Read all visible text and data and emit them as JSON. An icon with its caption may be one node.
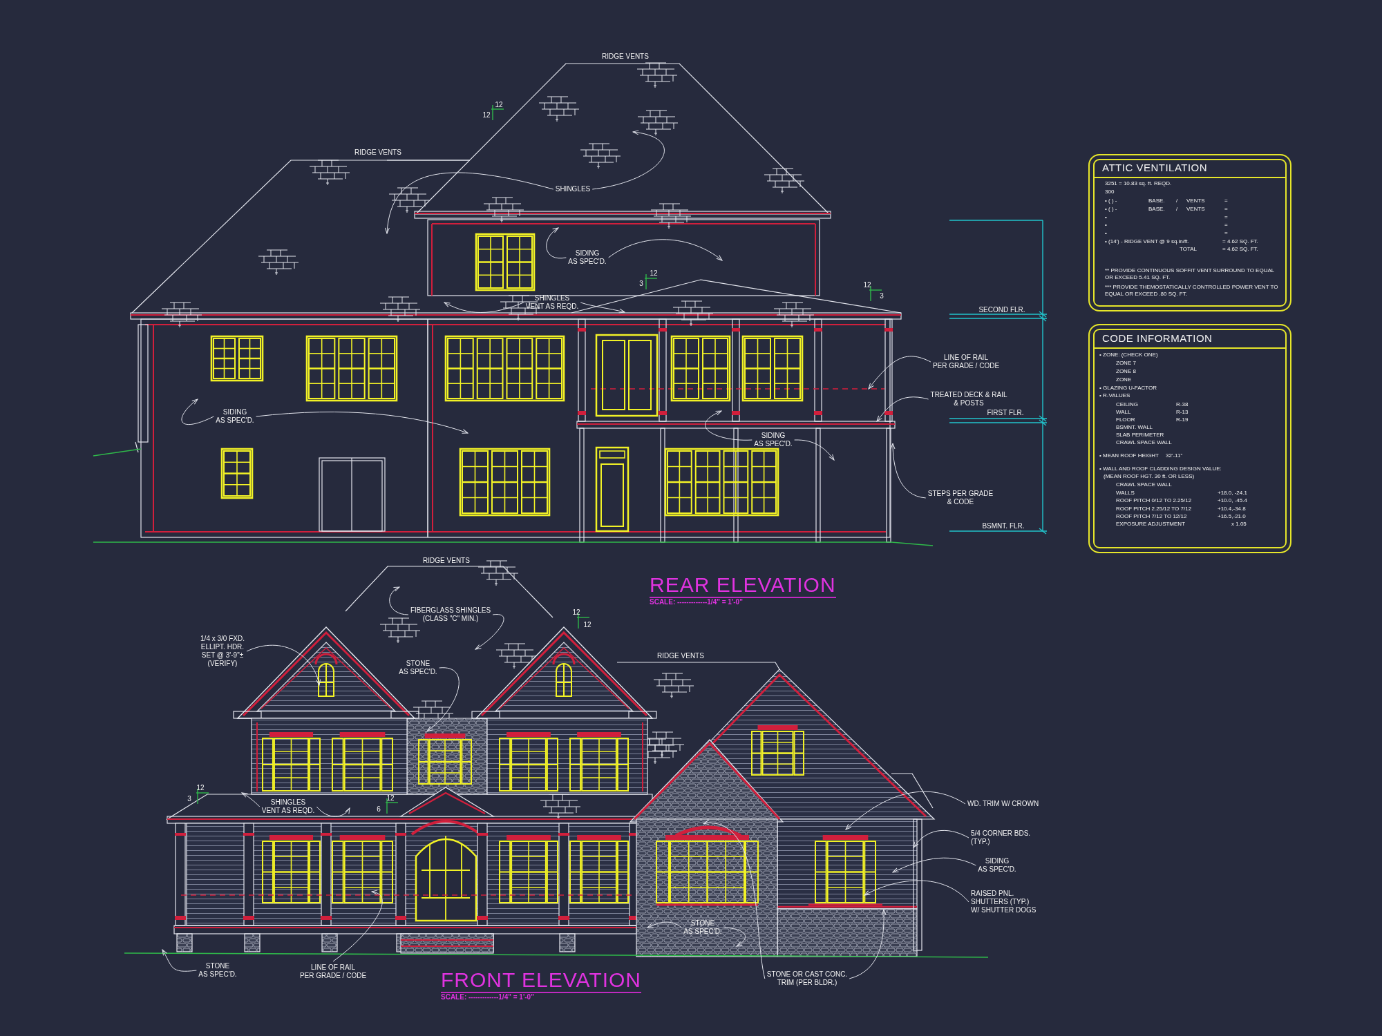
{
  "diagram": {
    "nodes": [
      {
        "text": [
          "SHINGLES"
        ]
      },
      {
        "text": [
          "SIDING AS SPEC'D."
        ]
      },
      {
        "text": [
          "SHINGLES VENT AS REQD."
        ]
      },
      {
        "text": [
          "SIDING AS SPEC'D."
        ]
      },
      {
        "text": [
          "SIDING AS SPEC'D."
        ]
      },
      {
        "text": [
          "LINE OF RAIL PER GRADE / CODE"
        ]
      },
      {
        "text": [
          "TREATED DECK & RAIL & POSTS"
        ]
      },
      {
        "text": [
          "STEPS PER GRADE & CODE"
        ]
      },
      {
        "text": [
          "ATTIC VENTILATION",
          "3251 = 10.83 sq. ft. REQD.",
          "300",
          "• (   ) -",
          "BASE.",
          "/",
          "VENTS",
          "=",
          "• (   ) -",
          "BASE.",
          "/",
          "VENTS",
          "=",
          "•",
          "=",
          "•",
          "=",
          "•",
          "=",
          "• (14') - RIDGE VENT @ 9 sq.in/ft.",
          "= 4.62 SQ. FT.",
          "TOTAL",
          "= 4.62 SQ. FT.",
          "** PROVIDE CONTINUOUS SOFFIT VENT SURROUND TO EQUAL OR EXCEED 5.41 SQ. FT.",
          "*** PROVIDE THEMOSTATICALLY CONTROLLED POWER VENT TO EQUAL OR EXCEED .80 SQ. FT."
        ]
      },
      {
        "text": [
          "CODE INFORMATION",
          "• ZONE: (CHECK ONE)",
          "ZONE 7",
          "ZONE 8",
          "ZONE",
          "• GLAZING U-FACTOR",
          "• R-VALUES",
          "CEILING",
          "R-38",
          "WALL",
          "R-13",
          "FLOOR",
          "R-19",
          "BSMNT. WALL",
          "SLAB PERIMETER",
          "CRAWL SPACE WALL",
          "• MEAN ROOF HEIGHT",
          "32'-11\"",
          "• WALL AND ROOF CLADDING DESIGN VALUE:",
          "(MEAN ROOF HGT. 30 ft. OR LESS)",
          "CRAWL SPACE WALL",
          "WALLS",
          "+18.0, -24.1",
          "ROOF PITCH 0/12 TO 2.25/12",
          "+10.0, -45.4",
          "ROOF PITCH 2.25/12 TO 7/12",
          "+10.4,-34.8",
          "ROOF PITCH 7/12 TO 12/12",
          "+16.5,-21.0",
          "EXPOSURE ADJUSTMENT",
          "x 1.05"
        ]
      },
      {
        "text": [
          "FIBERGLASS SHINGLES (CLASS \"C\" MIN.)"
        ]
      },
      {
        "text": [
          "1/4 x 3/0 FXD. ELLIPT. HDR. SET @ 3'-9\"± (VERIFY)"
        ]
      },
      {
        "text": [
          "STONE AS SPEC'D."
        ]
      },
      {
        "text": [
          "SHINGLES VENT AS REQD."
        ]
      },
      {
        "text": [
          "WD. TRIM W/ CROWN"
        ]
      },
      {
        "text": [
          "5/4 CORNER BDS. (TYP.)"
        ]
      },
      {
        "text": [
          "SIDING AS SPEC'D."
        ]
      },
      {
        "text": [
          "RAISED PNL. SHUTTERS (TYP.) W/ SHUTTER DOGS"
        ]
      },
      {
        "text": [
          "STONE AS SPEC'D."
        ]
      },
      {
        "text": [
          "STONE AS SPEC'D."
        ]
      },
      {
        "text": [
          "LINE OF RAIL PER GRADE / CODE"
        ]
      },
      {
        "text": [
          "STONE OR CAST CONC. TRIM (PER BLDR.)"
        ]
      }
    ],
    "edges": [
      {
        "from": 0,
        "to": null,
        "arrow": "to"
      },
      {
        "from": 0,
        "to": null,
        "arrow": "to"
      },
      {
        "from": 1,
        "to": null,
        "arrow": "to"
      },
      {
        "from": 1,
        "to": null,
        "arrow": "to"
      },
      {
        "from": 2,
        "to": null,
        "arrow": "to"
      },
      {
        "from": 2,
        "to": null,
        "arrow": "to"
      },
      {
        "from": 3,
        "to": null,
        "arrow": "to"
      },
      {
        "from": 3,
        "to": null,
        "arrow": "to"
      },
      {
        "from": 4,
        "to": null,
        "arrow": "to"
      },
      {
        "from": 4,
        "to": null,
        "arrow": "to"
      },
      {
        "from": 5,
        "to": null,
        "arrow": "to"
      },
      {
        "from": 6,
        "to": null,
        "arrow": "to"
      },
      {
        "from": 7,
        "to": null,
        "arrow": "to"
      },
      {
        "from": 10,
        "to": null,
        "arrow": "to"
      },
      {
        "from": 10,
        "to": null,
        "arrow": "to"
      },
      {
        "from": 11,
        "to": null,
        "arrow": "to"
      },
      {
        "from": 12,
        "to": null,
        "arrow": "to"
      },
      {
        "from": 13,
        "to": null,
        "arrow": "to"
      },
      {
        "from": 13,
        "to": null,
        "arrow": "to"
      },
      {
        "from": 19,
        "to": null,
        "arrow": "to"
      },
      {
        "from": 20,
        "to": null,
        "arrow": "to"
      },
      {
        "from": 14,
        "to": null,
        "arrow": "to"
      },
      {
        "from": 15,
        "to": null,
        "arrow": "to"
      },
      {
        "from": 16,
        "to": null,
        "arrow": "to"
      },
      {
        "from": 17,
        "to": null,
        "arrow": "to"
      },
      {
        "from": 18,
        "to": null,
        "arrow": "to"
      },
      {
        "from": 18,
        "to": null,
        "arrow": "to"
      },
      {
        "from": 21,
        "to": null,
        "arrow": "to"
      },
      {
        "from": 21,
        "to": null,
        "arrow": "to"
      }
    ],
    "labels": [
      "RIDGE VENTS",
      "12",
      "12",
      "RIDGE VENTS",
      "12",
      "3",
      "12",
      "3",
      "SECOND FLR.",
      "FIRST FLR.",
      "BSMNT. FLR.",
      "RIDGE VENTS",
      "REAR ELEVATION",
      "SCALE: -------------1/4\" = 1'-0\"",
      "12",
      "12",
      "RIDGE VENTS",
      "12",
      "3",
      "12",
      "6",
      "FRONT ELEVATION",
      "SCALE: -------------1/4\" = 1'-0\""
    ]
  }
}
